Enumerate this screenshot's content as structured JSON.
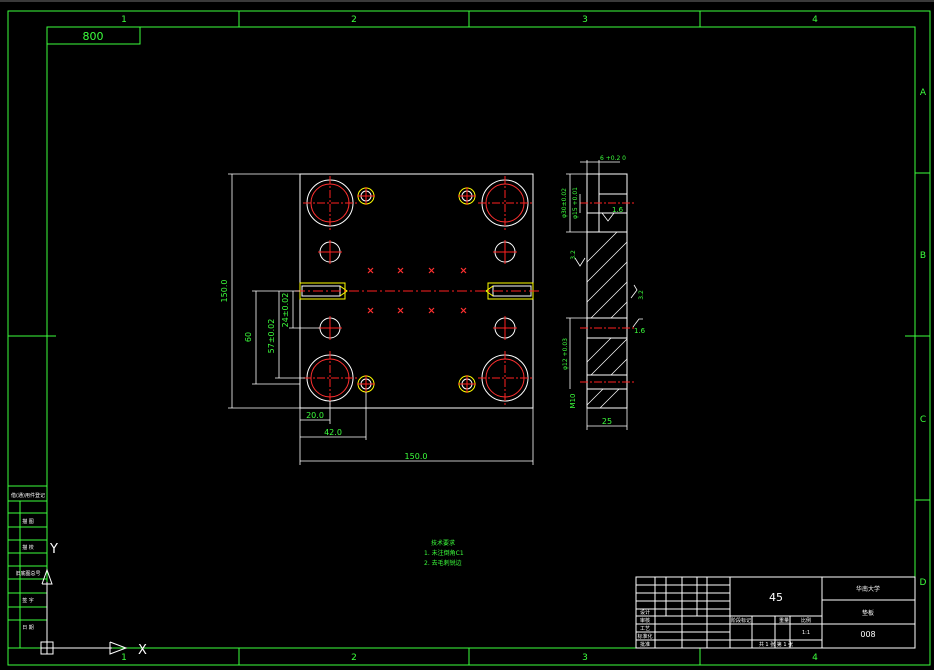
{
  "border": {
    "zone_cols": [
      "1",
      "2",
      "3",
      "4"
    ],
    "zone_rows": [
      "A",
      "B",
      "C",
      "D"
    ],
    "drawing_number_box": "800"
  },
  "front_view": {
    "dims": {
      "height_total": "150.0",
      "height_60": "60",
      "height_57": "57±0.02",
      "height_24": "24±0.02",
      "width_20": "20.0",
      "width_42": "42.0",
      "width_total": "150.0"
    }
  },
  "side_view": {
    "dims": {
      "top_tol": "6 +0.2 0",
      "bore_upper": "φ30±0.02",
      "bore_upper2": "φ15 +0.01",
      "roughness_1": "1.6",
      "roughness_2": "3.2",
      "roughness_3": "3.2",
      "roughness_4": "1.6",
      "bore_lower": "φ12 +0.03",
      "thread": "M10",
      "thickness": "25"
    }
  },
  "notes": {
    "heading": "技术要求",
    "line1": "1. 未注倒角C1",
    "line2": "2. 去毛刺锐边"
  },
  "left_strip": {
    "labels": [
      "借(通)用件登记",
      "描 图",
      "描 校",
      "旧底图总号",
      "签 字",
      "日 期"
    ]
  },
  "title_block": {
    "material": "45",
    "org_name": "华南大学",
    "part_name": "垫板",
    "drawing_no": "008",
    "stage_label": "阶段标记",
    "weight_label": "重量",
    "scale_label": "比例",
    "scale_value": "1:1",
    "sheet_value": "共 1 张 第 1 张",
    "row_labels": [
      "设计",
      "审核",
      "工艺",
      "标准化",
      "批准"
    ]
  },
  "ucs": {
    "y_label": "Y",
    "x_label": "X"
  },
  "colors": {
    "border": "#3cff3c",
    "geometry": "#ffffff",
    "hole_circle": "#ffff00",
    "centerline": "#ff2020",
    "dimension": "#3cff3c",
    "background": "#000000"
  }
}
